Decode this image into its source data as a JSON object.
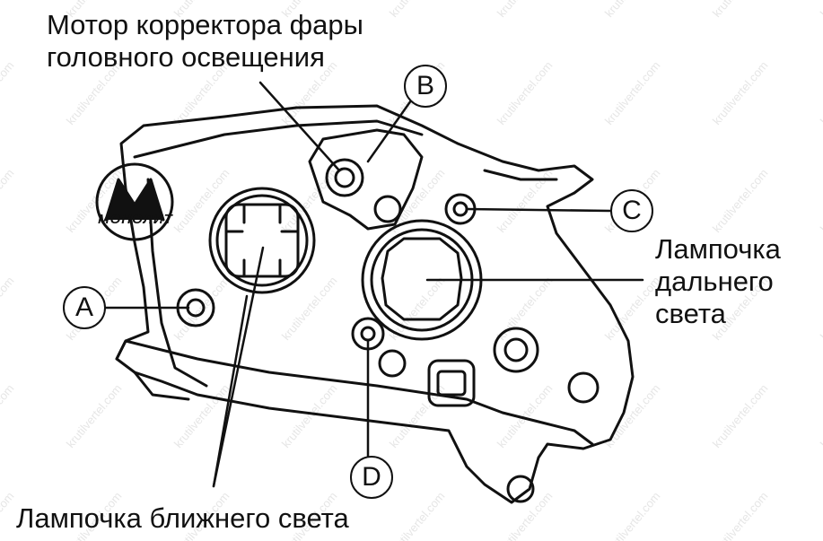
{
  "labels": {
    "motor_line1": "Мотор корректора фары",
    "motor_line2": "головного освещения",
    "high_beam_line1": "Лампочка",
    "high_beam_line2": "дальнего",
    "high_beam_line3": "света",
    "low_beam": "Лампочка ближнего света"
  },
  "callouts": {
    "a": "A",
    "b": "B",
    "c": "C",
    "d": "D"
  },
  "logo": {
    "text": "МОНОЛИТ"
  },
  "watermark": {
    "text": "krutilvertel.com"
  },
  "colors": {
    "ink": "#111111",
    "background": "#ffffff",
    "watermark": "#e6e6e6"
  }
}
